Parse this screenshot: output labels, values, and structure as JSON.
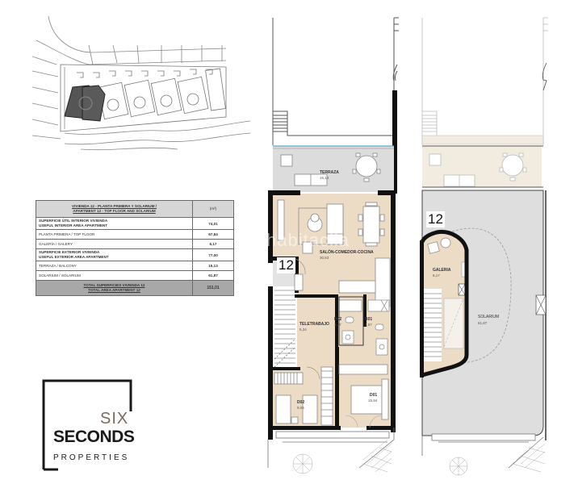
{
  "site_plan": {
    "label": "site-location-plan",
    "highlight_color": "#555555"
  },
  "area_table": {
    "title_line1": "VIVIENDA 12 - PLANTA PRIMERA Y SOLARIUM /",
    "title_line2": "APARTMENT 12 - TOP FLOOR AND SOLARIUM",
    "unit_header": "(m²)",
    "rows": [
      {
        "label_line1": "SUPERFICIE ÚTIL INTERIOR VIVIENDA",
        "label_line2": "USEFUL INTERIOR AREA APARTMENT",
        "value": "74,01",
        "bold": true
      },
      {
        "label_line1": "PLANTA PRIMERA / TOP FLOOR",
        "label_line2": "",
        "value": "67,84",
        "bold": false
      },
      {
        "label_line1": "GALERÍA / GALERY",
        "label_line2": "",
        "value": "6,17",
        "bold": false
      },
      {
        "label_line1": "SUPERFICIE EXTERIOR VIVIENDA",
        "label_line2": "USEFUL EXTERIOR AREA APARTMENT",
        "value": "77,00",
        "bold": true
      },
      {
        "label_line1": "TERRAZA / BALCONY",
        "label_line2": "",
        "value": "15,13",
        "bold": false
      },
      {
        "label_line1": "SOLARIUM / SOLARIUM",
        "label_line2": "",
        "value": "61,87",
        "bold": false
      }
    ],
    "total_line1": "TOTAL SUPERFICIES VIVIENDA 12",
    "total_line2": "TOTAL AREA APARTMENT 12",
    "total_value": "151,01"
  },
  "logo": {
    "six": "SIX",
    "seconds": "SECONDS",
    "properties": "PROPERTIES"
  },
  "top_floor_plan": {
    "unit_number": "12",
    "watermark": "habitaclia",
    "rooms": [
      {
        "name": "TERRAZA",
        "area": "15,13"
      },
      {
        "name": "SALÓN-COMEDOR-COCINA",
        "area": "30,53"
      },
      {
        "name": "TELETRABAJO",
        "area": "5,34"
      },
      {
        "name": "B02",
        "area": "3,47"
      },
      {
        "name": "B01",
        "area": "3,57"
      },
      {
        "name": "D02",
        "area": "9,04"
      },
      {
        "name": "D01",
        "area": "15,94"
      }
    ]
  },
  "solarium_plan": {
    "unit_number": "12",
    "rooms": [
      {
        "name": "GALERIA",
        "area": "6,17"
      },
      {
        "name": "SOLARIUM",
        "area": "61,87"
      }
    ]
  },
  "colors": {
    "interior_fill": "#ecdcc6",
    "terrace_fill": "#dcdcdc",
    "solarium_fill": "#dedede",
    "wall": "#111111",
    "faded_terrace": "#f2ebdf"
  }
}
